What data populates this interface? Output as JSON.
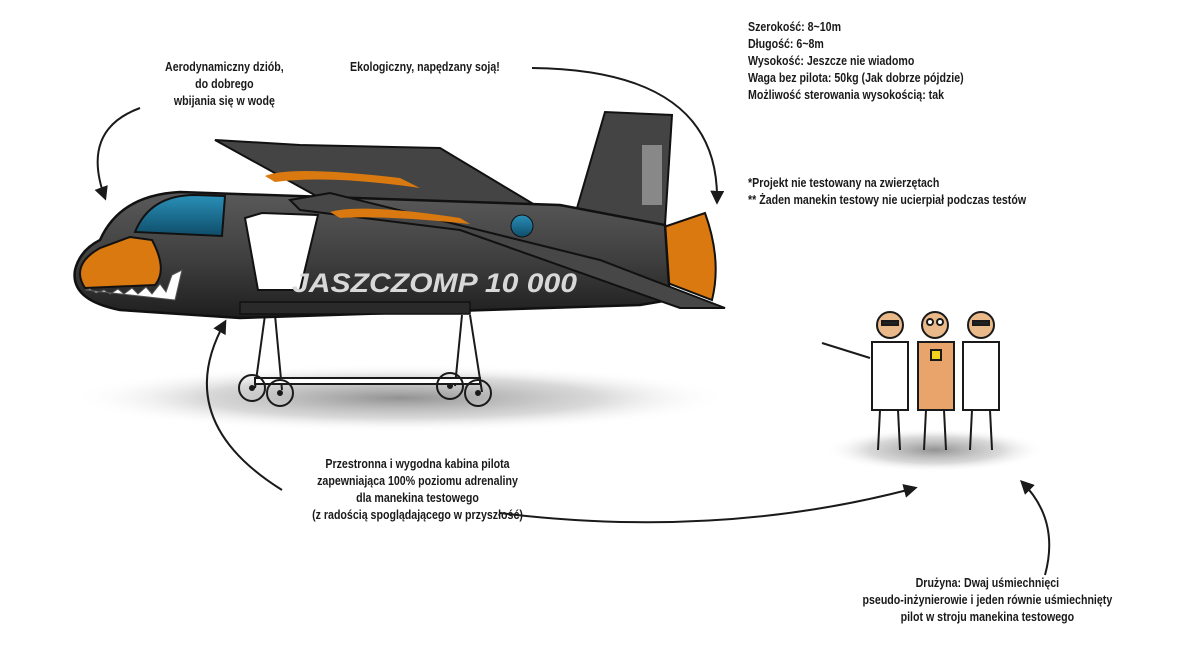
{
  "annotations": {
    "nose": [
      "Aerodynamiczny dziób,",
      "do dobrego",
      "wbijania się w wodę"
    ],
    "eco": "Ekologiczny, napędzany soją!",
    "specs": [
      "Szerokość: 8~10m",
      "Długość: 6~8m",
      "Wysokość: Jeszcze nie wiadomo",
      "Waga bez pilota: 50kg (Jak dobrze pójdzie)",
      "Możliwość sterowania wysokością: tak"
    ],
    "footnotes": [
      "*Projekt nie testowany na zwierzętach",
      "** Żaden manekin testowy nie ucierpiał podczas testów"
    ],
    "cabin": [
      "Przestronna i wygodna kabina pilota",
      "zapewniająca 100% poziomu adrenaliny",
      "dla manekina testowego",
      "(z radością spoglądającego  w przyszłość)"
    ],
    "team": [
      "Drużyna:  Dwaj uśmiechnięci",
      "pseudo-inżynierowie i jeden równie uśmiechnięty",
      "pilot w stroju manekina testowego"
    ]
  },
  "plane": {
    "name_label": "JASZCZOMP 10 000"
  },
  "colors": {
    "body": "#3d3d3d",
    "accent_orange": "#d9790f",
    "window_blue": "#1a6e92",
    "ink": "#1a1a1a"
  }
}
